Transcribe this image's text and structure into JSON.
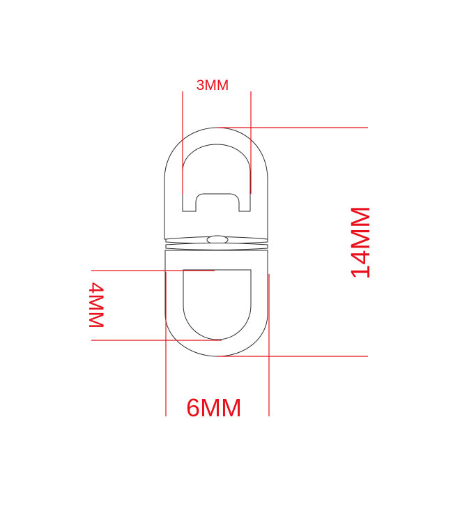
{
  "colors": {
    "dimension": "#e8101a",
    "outline": "#2a2a2a",
    "background": "#ffffff"
  },
  "dimensions": {
    "top_inner_width": "3MM",
    "overall_length": "14MM",
    "bottom_inner_height": "4MM",
    "overall_width": "6MM"
  }
}
